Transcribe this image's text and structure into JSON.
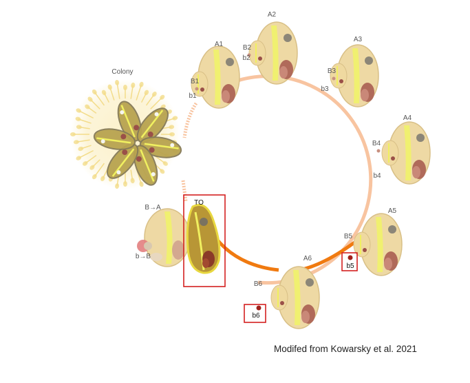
{
  "diagram": {
    "colony_label": "Colony",
    "transition_labels": {
      "b_to_a": "B→A",
      "b_to_b": "b→B"
    },
    "takeover_label": "TO",
    "stages": [
      {
        "zooid": "A1",
        "bud": "B1",
        "budlet": "b1"
      },
      {
        "zooid": "A2",
        "bud": "B2",
        "budlet": "b2"
      },
      {
        "zooid": "A3",
        "bud": "B3",
        "budlet": "b3"
      },
      {
        "zooid": "A4",
        "bud": "B4",
        "budlet": "b4"
      },
      {
        "zooid": "A5",
        "bud": "B5",
        "budlet": "b5"
      },
      {
        "zooid": "A6",
        "bud": "B6",
        "budlet": "b6"
      }
    ],
    "highlighted": [
      "TO",
      "b5",
      "b6"
    ]
  },
  "credit": "Modifed from Kowarsky et al. 2021",
  "colors": {
    "cycle_arc": "#f8c4a0",
    "takeover_arc": "#f07a10",
    "highlight_box": "#d42020",
    "zooid_body": "#eed9a4",
    "zooid_outline": "#d8bf86",
    "endostyle": "#f0f070",
    "stomach": "#9a5048",
    "colony_halo": "#fbf0c8"
  }
}
